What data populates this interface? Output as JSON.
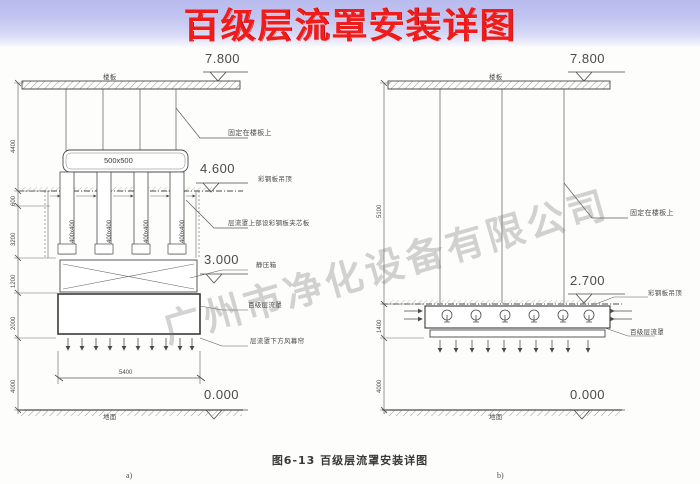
{
  "banner": {
    "title": "百级层流罩安装详图",
    "title_color": "#f01c1c",
    "bg_top": "#b8bbee",
    "bg_bottom": "#ffffff"
  },
  "watermark": {
    "text": "广州市净化设备有限公司"
  },
  "caption": {
    "text": "图6-13  百级层流罩安装详图"
  },
  "figures": {
    "left_label": "a)",
    "right_label": "b)"
  },
  "left_figure": {
    "elevations": [
      {
        "value": "7.800"
      },
      {
        "value": "4.600"
      },
      {
        "value": "3.000"
      },
      {
        "value": "0.000"
      }
    ],
    "slab_label": "楼板",
    "floor_label": "地面",
    "annotations": [
      {
        "text": "固定在楼板上"
      },
      {
        "text": "彩钢板吊顶"
      },
      {
        "text": "层流罩上部设彩钢板夹芯板"
      },
      {
        "text": "静压箱"
      },
      {
        "text": "百级层流罩"
      },
      {
        "text": "层流罩下方风幕帘"
      }
    ],
    "plenum_box": "500x500",
    "ducts": [
      {
        "size": "400x400"
      },
      {
        "size": "400x400"
      },
      {
        "size": "400x400"
      },
      {
        "size": "400x400"
      }
    ],
    "bottom_dimension": "5400",
    "vertical_dimensions": [
      {
        "value": "4400"
      },
      {
        "value": "600"
      },
      {
        "value": "3200"
      },
      {
        "value": "1200"
      },
      {
        "value": "2000"
      },
      {
        "value": "4000"
      }
    ]
  },
  "right_figure": {
    "elevations": [
      {
        "value": "7.800"
      },
      {
        "value": "2.700"
      },
      {
        "value": "0.000"
      }
    ],
    "slab_label": "楼板",
    "floor_label": "地面",
    "annotations": [
      {
        "text": "固定在楼板上"
      },
      {
        "text": "彩钢板吊顶"
      },
      {
        "text": "百级层流罩"
      }
    ],
    "vertical_dimensions": [
      {
        "value": "5100"
      },
      {
        "value": "1400"
      },
      {
        "value": "4000"
      }
    ],
    "fan_count": 6
  }
}
